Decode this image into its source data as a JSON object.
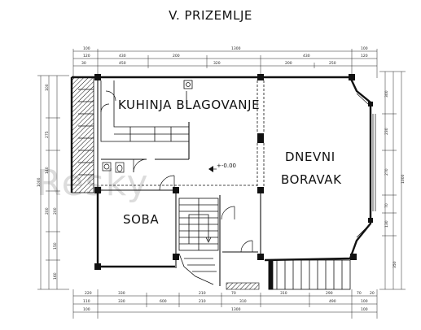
{
  "title": "V. PRIZEMLJE",
  "rooms": {
    "kitchen_dining": "KUHINJA BLAGOVANJE",
    "living_line1": "DNEVNI",
    "living_line2": "BORAVAK",
    "bedroom": "SOBA"
  },
  "level_mark": "+-0.00",
  "watermark": "Resky",
  "dims": {
    "top_row1": [
      "100",
      "1300",
      "100"
    ],
    "top_row2": [
      "120",
      "430",
      "200",
      "430",
      "120"
    ],
    "top_row3": [
      "30",
      "450",
      "320",
      "200",
      "250"
    ],
    "bottom_row1": [
      "220",
      "330",
      "210",
      "70",
      "310",
      "290",
      "70",
      "20"
    ],
    "bottom_row2": [
      "110",
      "330",
      "600",
      "210",
      "310",
      "490",
      "100"
    ],
    "bottom_row3": [
      "100",
      "1300",
      "100"
    ],
    "left_col": [
      "100",
      "275",
      "140",
      "200",
      "200",
      "150",
      "160"
    ],
    "left_total": "1000",
    "right_col": [
      "300",
      "230",
      "270",
      "70",
      "130",
      "350"
    ],
    "right_total": "1000"
  }
}
